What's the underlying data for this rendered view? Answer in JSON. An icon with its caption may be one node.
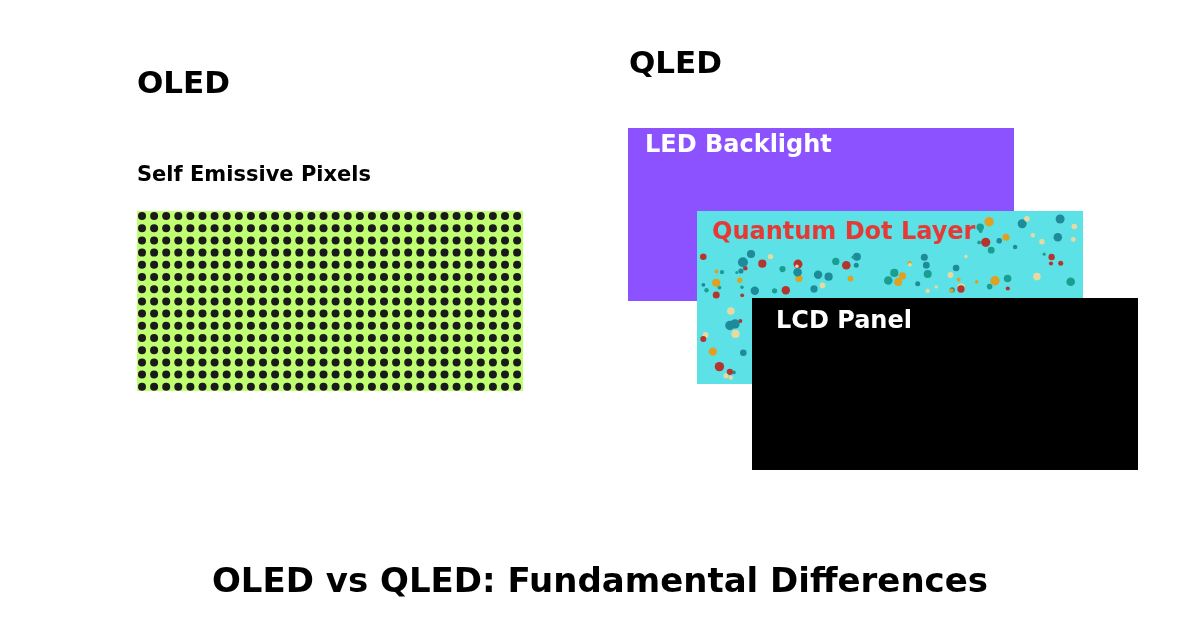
{
  "diagram": {
    "title": "OLED vs QLED: Fundamental Differences",
    "nodes": [
      {
        "text": [
          "Self Emissive Pixels"
        ]
      },
      {
        "text": [
          "LED Backlight"
        ]
      },
      {
        "text": [
          "Quantum Dot Layer"
        ]
      },
      {
        "text": [
          "LCD Panel"
        ]
      }
    ],
    "edges": [],
    "labels": [
      "QLED",
      "OLED"
    ]
  }
}
